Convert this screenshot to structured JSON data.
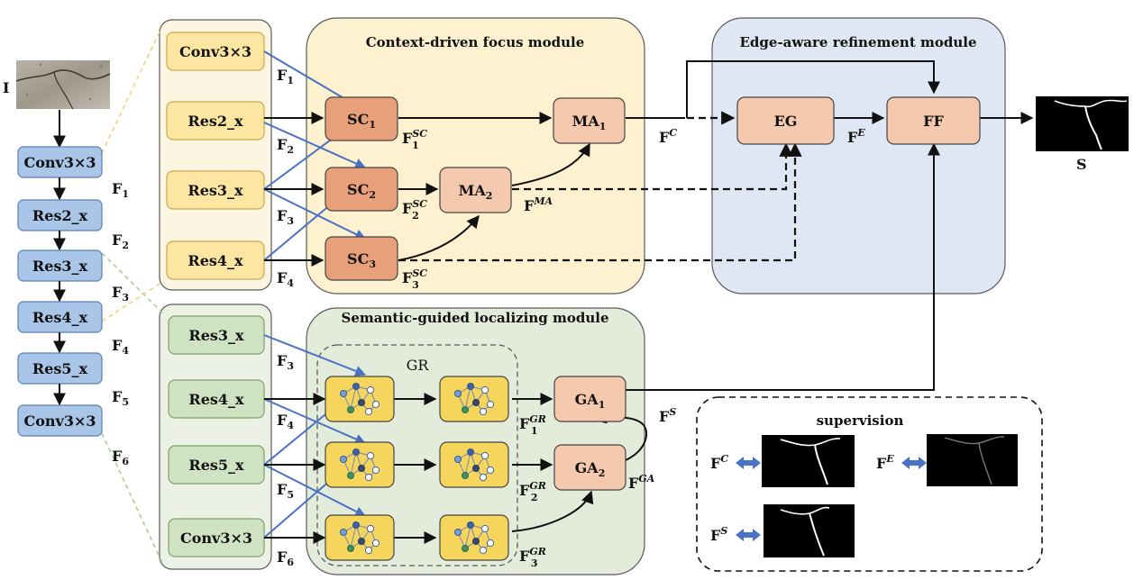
{
  "input_label": "I",
  "output_label": "S",
  "backbone": [
    "Conv3×3",
    "Res2_x",
    "Res3_x",
    "Res4_x",
    "Res5_x",
    "Conv3×3"
  ],
  "backbone_feats": [
    {
      "base": "F",
      "sub": "1"
    },
    {
      "base": "F",
      "sub": "2"
    },
    {
      "base": "F",
      "sub": "3"
    },
    {
      "base": "F",
      "sub": "4"
    },
    {
      "base": "F",
      "sub": "5"
    },
    {
      "base": "F",
      "sub": "6"
    }
  ],
  "top_group": {
    "blocks": [
      "Conv3×3",
      "Res2_x",
      "Res3_x",
      "Res4_x"
    ],
    "feats": [
      {
        "base": "F",
        "sub": "1"
      },
      {
        "base": "F",
        "sub": "2"
      },
      {
        "base": "F",
        "sub": "3"
      },
      {
        "base": "F",
        "sub": "4"
      }
    ]
  },
  "bottom_group": {
    "blocks": [
      "Res3_x",
      "Res4_x",
      "Res5_x",
      "Conv3×3"
    ],
    "feats": [
      {
        "base": "F",
        "sub": "3"
      },
      {
        "base": "F",
        "sub": "4"
      },
      {
        "base": "F",
        "sub": "5"
      },
      {
        "base": "F",
        "sub": "6"
      }
    ]
  },
  "cfm": {
    "title": "Context-driven focus module",
    "sc": [
      {
        "base": "SC",
        "sub": "1"
      },
      {
        "base": "SC",
        "sub": "2"
      },
      {
        "base": "SC",
        "sub": "3"
      }
    ],
    "sc_out": [
      {
        "base": "F",
        "sub": "1",
        "sup": "SC"
      },
      {
        "base": "F",
        "sub": "2",
        "sup": "SC"
      },
      {
        "base": "F",
        "sub": "3",
        "sup": "SC"
      }
    ],
    "ma1": {
      "base": "MA",
      "sub": "1"
    },
    "ma2": {
      "base": "MA",
      "sub": "2"
    },
    "f_ma": {
      "base": "F",
      "sup": "MA"
    }
  },
  "erm": {
    "title": "Edge-aware refinement module",
    "eg": "EG",
    "ff": "FF",
    "f_c": {
      "base": "F",
      "sup": "C"
    },
    "f_e": {
      "base": "F",
      "sup": "E"
    }
  },
  "slm": {
    "title": "Semantic-guided localizing module",
    "gr_label": "GR",
    "gr_out": [
      {
        "base": "F",
        "sub": "1",
        "sup": "GR"
      },
      {
        "base": "F",
        "sub": "2",
        "sup": "GR"
      },
      {
        "base": "F",
        "sub": "3",
        "sup": "GR"
      }
    ],
    "ga1": {
      "base": "GA",
      "sub": "1"
    },
    "ga2": {
      "base": "GA",
      "sub": "2"
    },
    "f_ga": {
      "base": "F",
      "sup": "GA"
    },
    "f_s": {
      "base": "F",
      "sup": "S"
    }
  },
  "supervision": {
    "title": "supervision",
    "items": [
      {
        "base": "F",
        "sup": "C"
      },
      {
        "base": "F",
        "sup": "E"
      },
      {
        "base": "F",
        "sup": "S"
      }
    ]
  },
  "colors": {
    "backbone": "#a9c5e8",
    "top_blocks": "#fde6a2",
    "bottom_blocks": "#cfe3c2",
    "cfm_bg": "#fdf1cf",
    "erm_bg": "#dfe7f4",
    "slm_bg": "#e3ecdb",
    "sc": "#e8a07a",
    "module": "#f5c9ad",
    "gr_node": "#f6d55c",
    "blue_line": "#4a72c4"
  }
}
